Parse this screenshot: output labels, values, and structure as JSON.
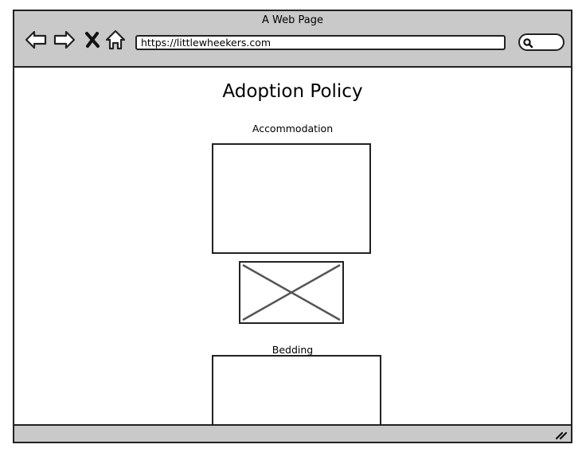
{
  "browser": {
    "title": "A Web Page",
    "url": "https://littlewheekers.com",
    "icons": [
      "back-arrow-icon",
      "forward-arrow-icon",
      "close-icon",
      "home-icon",
      "search-icon"
    ]
  },
  "page": {
    "heading": "Adoption Policy",
    "sections": [
      {
        "label": "Accommodation"
      },
      {
        "label": "Bedding"
      }
    ]
  }
}
